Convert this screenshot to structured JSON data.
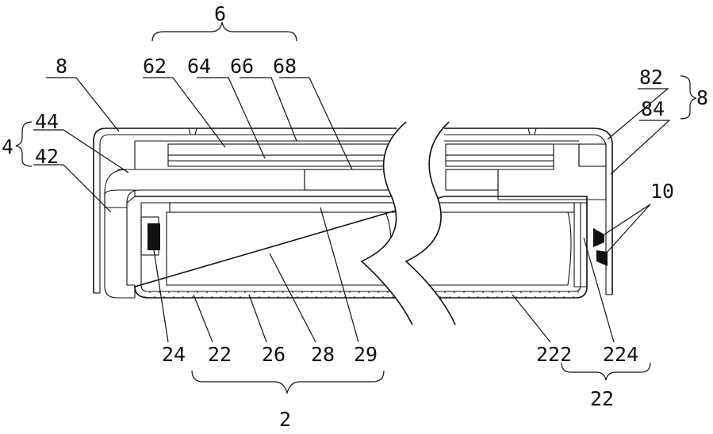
{
  "labels": {
    "l6": "6",
    "l62": "62",
    "l64": "64",
    "l66": "66",
    "l68": "68",
    "l8a": "8",
    "l82": "82",
    "l84": "84",
    "l8b": "8",
    "l4": "4",
    "l44": "44",
    "l42": "42",
    "l10": "10",
    "l24": "24",
    "l22a": "22",
    "l26": "26",
    "l28": "28",
    "l29": "29",
    "l222": "222",
    "l224": "224",
    "l22b": "22",
    "l2": "2"
  },
  "colors": {
    "ink": "#111111",
    "paper": "#ffffff"
  }
}
